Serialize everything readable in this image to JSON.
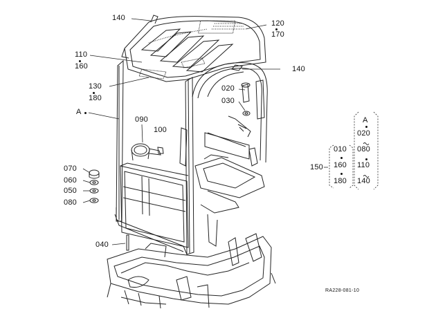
{
  "drawing_code": "RA228-081-10",
  "callouts": {
    "c140_top": "140",
    "c120": "120",
    "c170": "170",
    "c110": "110",
    "c160": "160",
    "c140_right": "140",
    "c130": "130",
    "c180": "180",
    "c020": "020",
    "c030": "030",
    "cA": "A",
    "c090": "090",
    "c100": "100",
    "c070": "070",
    "c060": "060",
    "c050": "050",
    "c080": "080",
    "c040": "040"
  },
  "legend": {
    "ref": "150",
    "group_left": [
      "010",
      "160",
      "180"
    ],
    "group_right_head": "A",
    "group_right": [
      "020",
      "080",
      "110",
      "140"
    ]
  }
}
